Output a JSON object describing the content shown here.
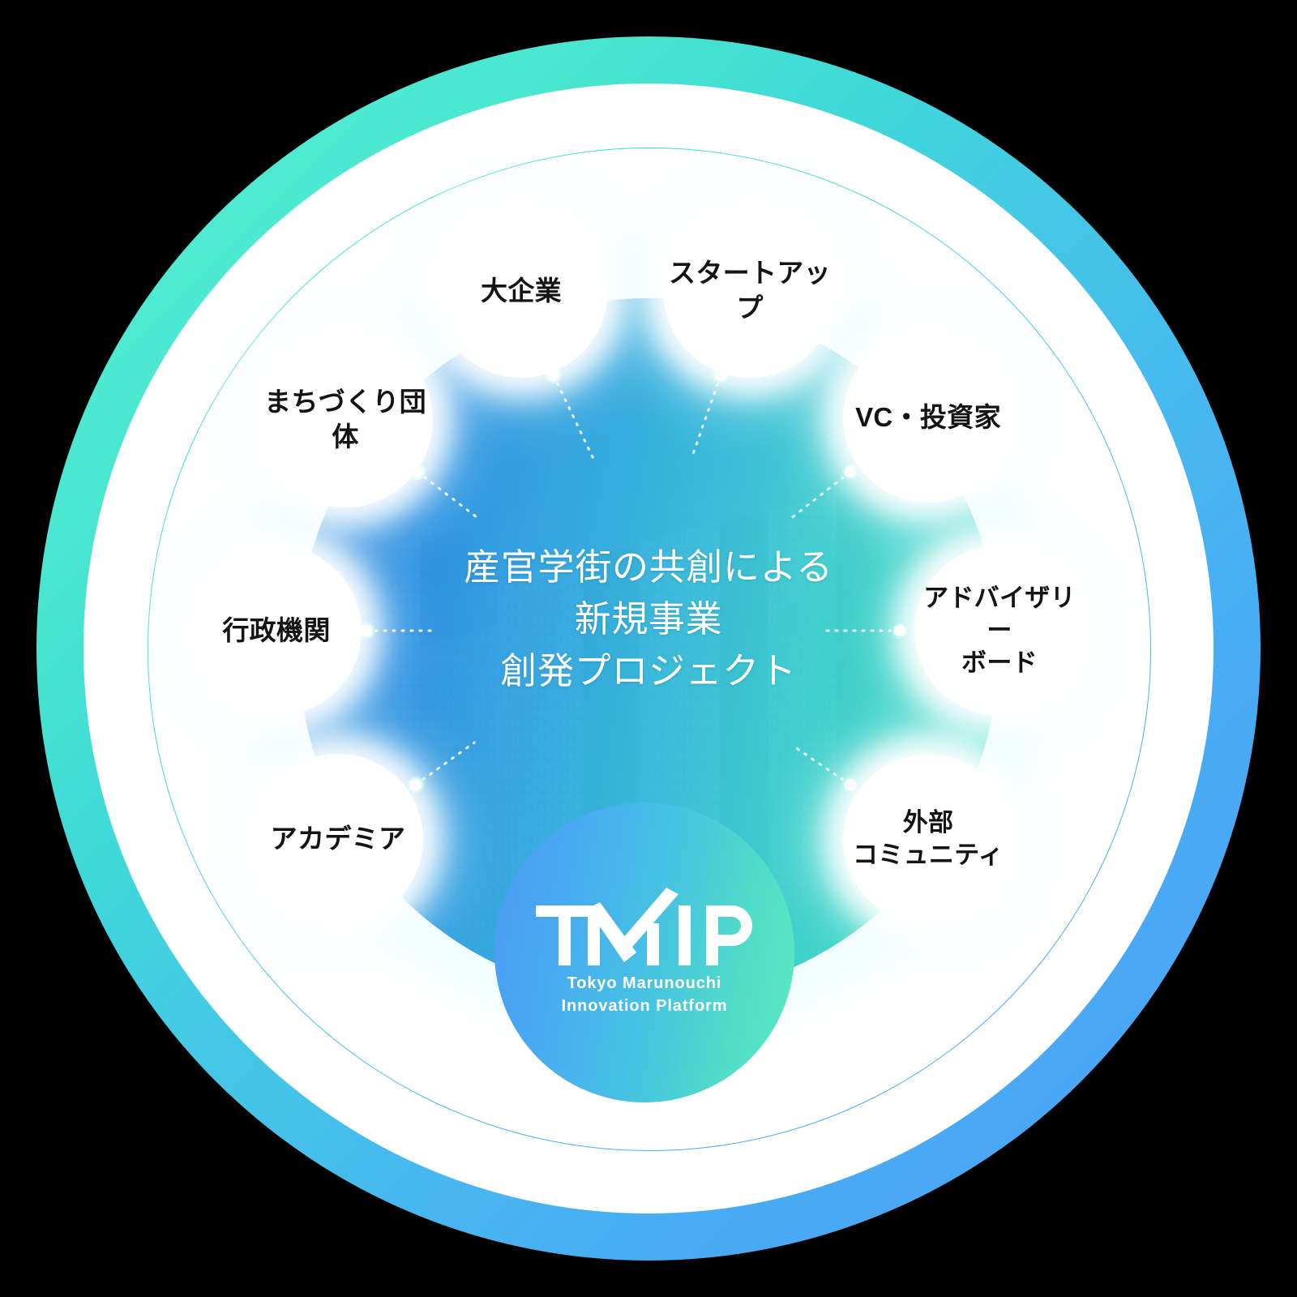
{
  "diagram": {
    "title_lines": [
      "産官学街の共創による",
      "新規事業",
      "創発プロジェクト"
    ],
    "nodes": [
      {
        "id": "large-enterprise",
        "label": "大企業",
        "lines": [
          "大企業"
        ]
      },
      {
        "id": "startup",
        "label": "スタートアップ",
        "lines": [
          "スタートアップ"
        ]
      },
      {
        "id": "vc-investor",
        "label": "VC・投資家",
        "lines": [
          "VC・投資家"
        ]
      },
      {
        "id": "advisory-board",
        "label": "アドバイザリーボード",
        "lines": [
          "アドバイザリー",
          "ボード"
        ]
      },
      {
        "id": "external-community",
        "label": "外部コミュニティ",
        "lines": [
          "外部",
          "コミュニティ"
        ]
      },
      {
        "id": "academia",
        "label": "アカデミア",
        "lines": [
          "アカデミア"
        ]
      },
      {
        "id": "government",
        "label": "行政機関",
        "lines": [
          "行政機関"
        ]
      },
      {
        "id": "machizukuri",
        "label": "まちづくり団体",
        "lines": [
          "まちづくり団体"
        ]
      }
    ]
  },
  "logo": {
    "wordmark": "TMIP",
    "tagline_line1": "Tokyo Marunouchi",
    "tagline_line2": "Innovation Platform"
  },
  "colors": {
    "ring_start": "#4FEBD2",
    "ring_end": "#49A7F5",
    "photo_tint_start": "#2782E0",
    "photo_tint_end": "#3EE2C0",
    "logo_start": "#4E9BF2",
    "logo_end": "#5CEBC1",
    "bubble_fill": "#FFFFFF",
    "bubble_text": "#141414",
    "center_text": "#FFFFFF",
    "background": "#000000",
    "connector": "#FFFFFF",
    "connector_dot_ring": "#4BE3D0"
  }
}
